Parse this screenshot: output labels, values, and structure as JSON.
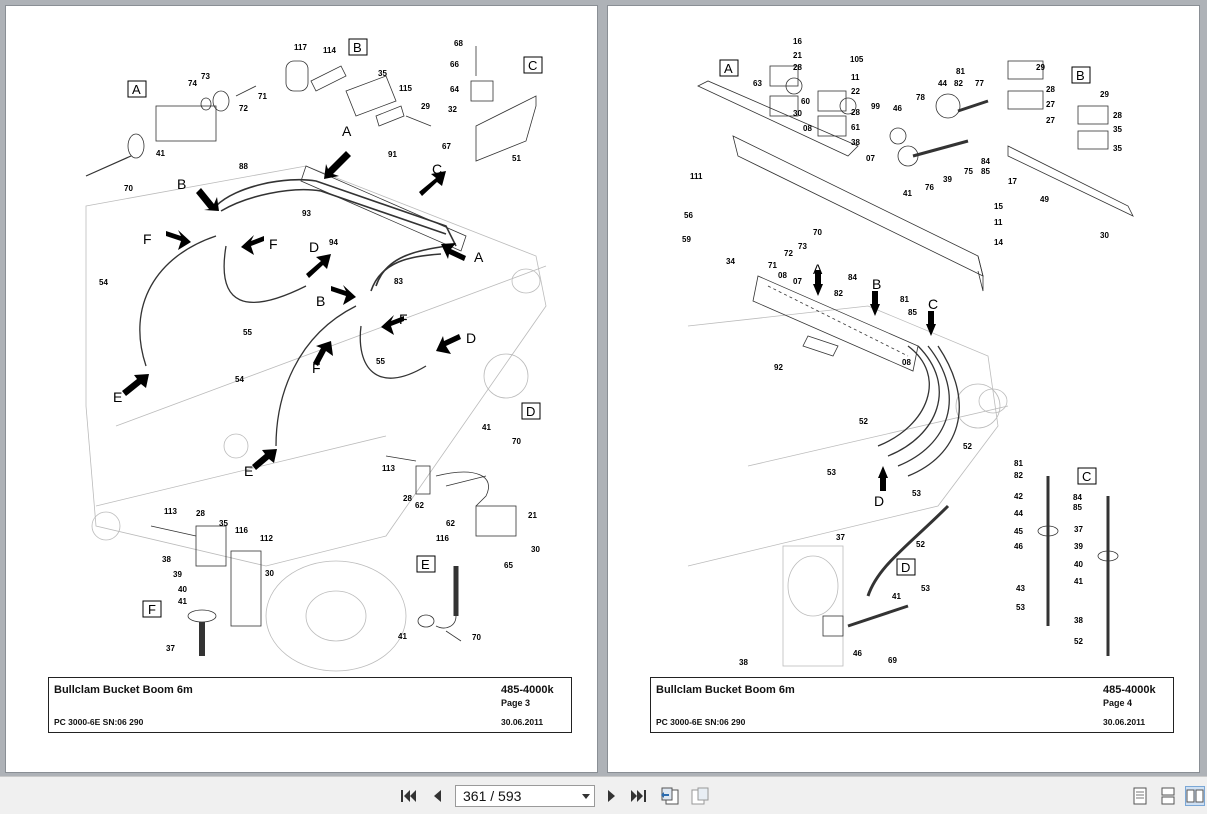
{
  "pages": [
    {
      "title": "Bullclam Bucket Boom 6m",
      "code": "485-4000k",
      "page": "Page 3",
      "model": "PC 3000-6E SN:06 290",
      "date": "30.06.2011"
    },
    {
      "title": "Bullclam Bucket Boom 6m",
      "code": "485-4000k",
      "page": "Page 4",
      "model": "PC 3000-6E SN:06 290",
      "date": "30.06.2011"
    }
  ],
  "toolbar": {
    "page_indicator": "361 / 593",
    "current_page": 361,
    "total_pages": 593
  },
  "icons": {
    "first": "first-page-icon",
    "prev": "previous-page-icon",
    "next": "next-page-icon",
    "last": "last-page-icon",
    "back": "back-view-icon",
    "forward": "forward-view-icon",
    "single": "single-page-view-icon",
    "continuous": "continuous-view-icon",
    "facing": "facing-pages-view-icon"
  },
  "accent_color": "#2b6cb0"
}
